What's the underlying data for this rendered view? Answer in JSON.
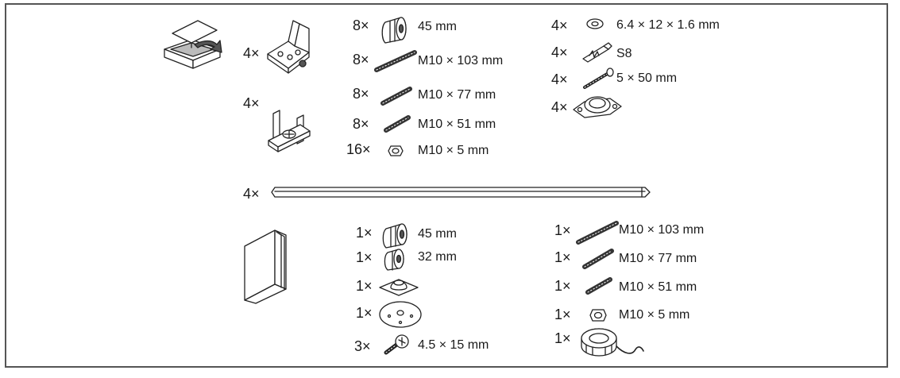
{
  "top": {
    "col1": [
      {
        "count": "4×"
      },
      {
        "count": "4×"
      }
    ],
    "col2": [
      {
        "count": "8×",
        "label": "45 mm"
      },
      {
        "count": "8×",
        "label": "M10 × 103 mm"
      },
      {
        "count": "8×",
        "label": "M10 × 77 mm"
      },
      {
        "count": "8×",
        "label": "M10 × 51 mm"
      },
      {
        "count": "16×",
        "label": "M10 × 5 mm"
      }
    ],
    "col3": [
      {
        "count": "4×",
        "label": "6.4 × 12 × 1.6 mm"
      },
      {
        "count": "4×",
        "label": "S8"
      },
      {
        "count": "4×",
        "label": "5 × 50 mm"
      },
      {
        "count": "4×",
        "label": ""
      }
    ]
  },
  "rail": {
    "count": "4×"
  },
  "bottom": {
    "col1": [
      {
        "count": "1×",
        "label": "45 mm"
      },
      {
        "count": "1×",
        "label": "32 mm"
      },
      {
        "count": "1×",
        "label": ""
      },
      {
        "count": "1×",
        "label": ""
      },
      {
        "count": "3×",
        "label": "4.5 × 15 mm"
      }
    ],
    "col2": [
      {
        "count": "1×",
        "label": "M10 × 103 mm"
      },
      {
        "count": "1×",
        "label": "M10 × 77 mm"
      },
      {
        "count": "1×",
        "label": "M10 × 51 mm"
      },
      {
        "count": "1×",
        "label": "M10 × 5 mm"
      },
      {
        "count": "1×",
        "label": ""
      }
    ]
  },
  "icons": {
    "box": "open-box-arrow-icon",
    "corner": "corner-bracket-icon",
    "clip": "u-clip-bracket-icon",
    "spacer": "cylindrical-spacer-icon",
    "rod": "threaded-rod-icon",
    "nut": "hex-nut-icon",
    "washer": "washer-icon",
    "plug": "wall-plug-icon",
    "screw": "screw-icon",
    "flange": "mounting-flange-icon",
    "rail": "rail-bar-icon",
    "manual": "manual-booklet-icon",
    "disc": "round-disc-icon",
    "plate": "base-plate-icon",
    "sensor": "sensor-with-cable-icon"
  }
}
